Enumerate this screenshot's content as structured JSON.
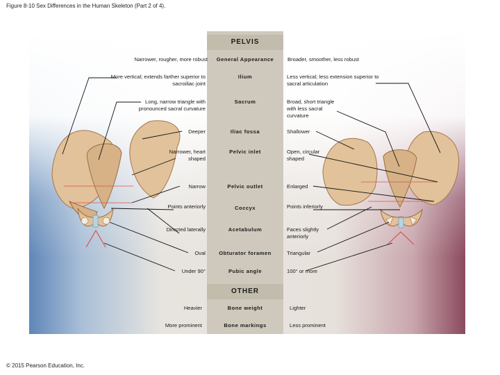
{
  "figure_title": "Figure 8-10 Sex Differences in the Human Skeleton (Part 2 of 4).",
  "copyright": "© 2015 Pearson Education, Inc.",
  "pelvis_header": "PELVIS",
  "other_header": "OTHER",
  "pelvis_rows": [
    {
      "left": "Narrower, rougher, more robust",
      "center": "General Appearance",
      "right": "Broader, smoother, less robust"
    },
    {
      "left": "More vertical; extends farther superior to sacroiliac joint",
      "center": "Ilium",
      "right": "Less vertical; less extension superior to sacral articulation"
    },
    {
      "left": "Long, narrow triangle with pronounced sacral curvature",
      "center": "Sacrum",
      "right": "Broad, short triangle with less sacral curvature"
    },
    {
      "left": "Deeper",
      "center": "Iliac fossa",
      "right": "Shallower"
    },
    {
      "left": "Narrower, heart shaped",
      "center": "Pelvic inlet",
      "right": "Open, circular shaped"
    },
    {
      "left": "Narrow",
      "center": "Pelvic outlet",
      "right": "Enlarged"
    },
    {
      "left": "Points anteriorly",
      "center": "Coccyx",
      "right": "Points inferiorly"
    },
    {
      "left": "Directed laterally",
      "center": "Acetabulum",
      "right": "Faces slightly anteriorly"
    },
    {
      "left": "Oval",
      "center": "Obturator foramen",
      "right": "Triangular"
    },
    {
      "left": "Under 90°",
      "center": "Pubic angle",
      "right": "100° or more"
    }
  ],
  "other_rows": [
    {
      "left": "Heavier",
      "center": "Bone weight",
      "right": "Lighter"
    },
    {
      "left": "More prominent",
      "center": "Bone markings",
      "right": "Less prominent"
    }
  ],
  "colors": {
    "bone": "#e2c29a",
    "bone_shadow": "#c49a6c",
    "cartilage": "#b8d4e4",
    "arrow": "#d9534f",
    "male_bg": "#5f86b8",
    "female_bg": "#8a4a5e",
    "column": "#cfc9bd"
  }
}
